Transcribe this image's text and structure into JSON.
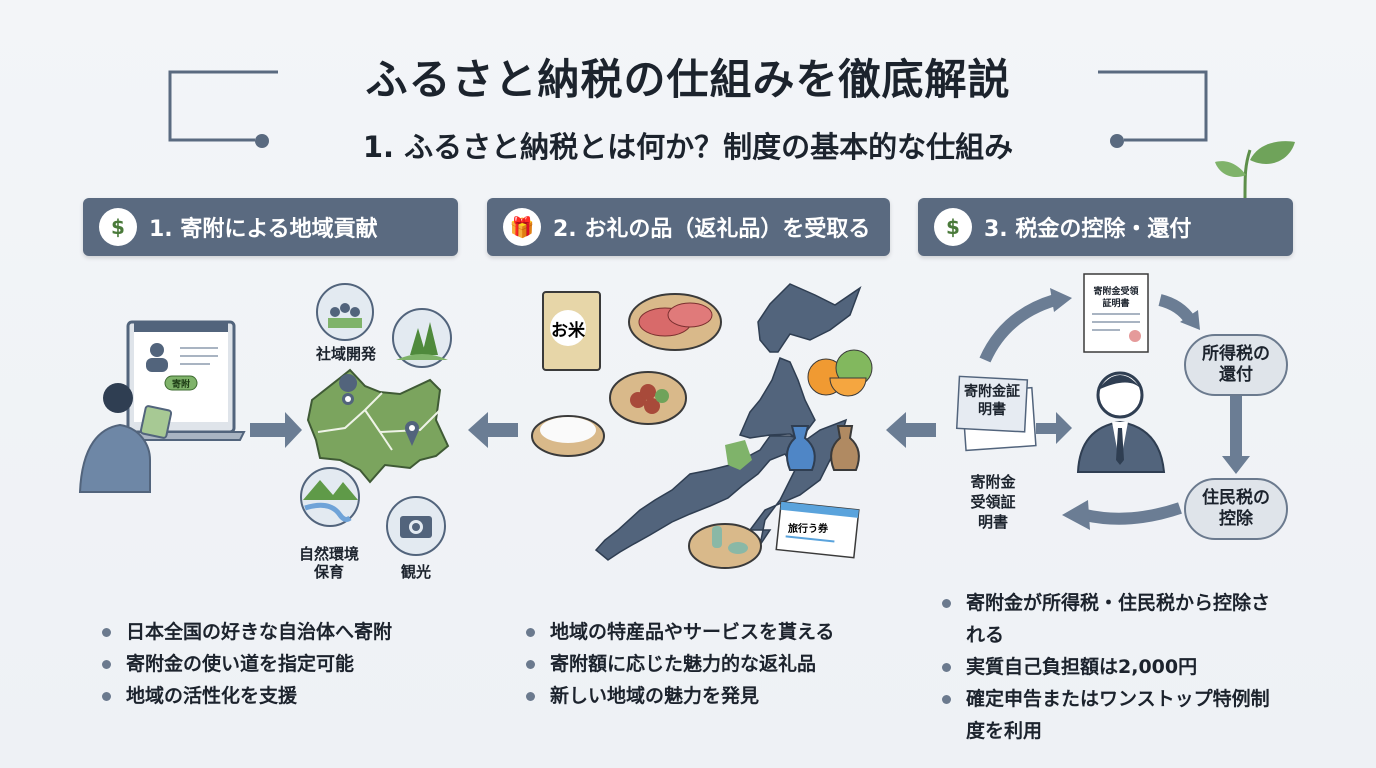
{
  "title": "ふるさと納税の仕組みを徹底解説",
  "subtitle": "1. ふるさと納税とは何か？制度の基本的な仕組み",
  "sections": [
    {
      "label": "1. 寄附による地域貢献",
      "icon": "money-hand-icon",
      "bullets": [
        "日本全国の好きな自治体へ寄附",
        "寄附金の使い道を指定可能",
        "地域の活性化を支援"
      ]
    },
    {
      "label": "2. お礼の品（返礼品）を受取る",
      "icon": "gift-icon",
      "bullets": [
        "地域の特産品やサービスを貰える",
        "寄附額に応じた魅力的な返礼品",
        "新しい地域の魅力を発見"
      ]
    },
    {
      "label": "3. 税金の控除・還付",
      "icon": "money-hand-icon",
      "bullets": [
        "寄附金が所得税・住民税から控除される",
        "実質自己負担額は2,000円",
        "確定申告またはワンストップ特例制度を利用"
      ]
    }
  ],
  "illustration": {
    "laptop_button": "寄附",
    "community": "社域開発",
    "nature": "自然環境保育",
    "tourism": "観光",
    "rice_bag": "お米",
    "travel_ticket": "旅行う券",
    "certificate_top": "寄附金受領証明書",
    "certificate_card": "寄附金証明書",
    "certificate_caption": "寄附金受領証明書",
    "income_tax": "所得税の還付",
    "resident_tax": "住民税の控除"
  },
  "colors": {
    "pill": "#5a6a80",
    "green": "#6fa35a",
    "slate": "#52647c"
  }
}
